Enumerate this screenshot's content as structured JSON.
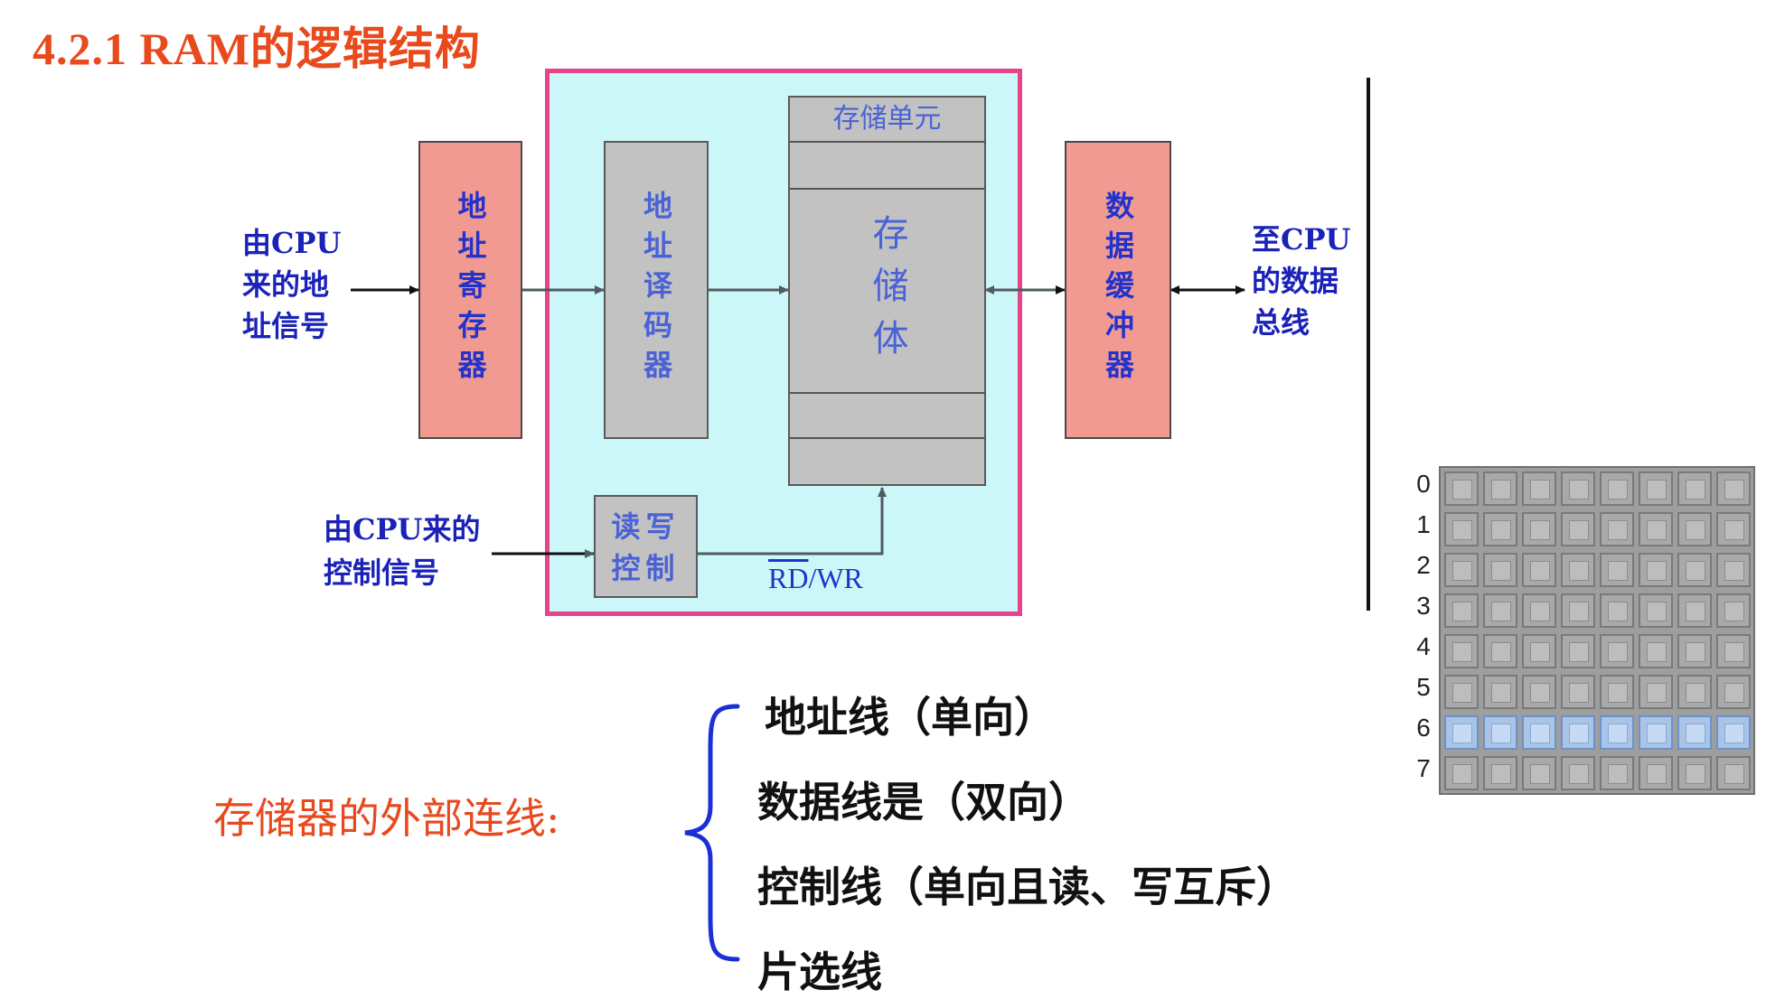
{
  "title": "4.2.1 RAM的逻辑结构",
  "blocks": {
    "address_register": "地址寄存器",
    "address_decoder": "地址译码器",
    "storage_cell": "存储单元",
    "storage_body": "存储体",
    "data_buffer": "数据缓冲器",
    "rw_control": "读写控制"
  },
  "signals": {
    "address_in_line1": "由CPU",
    "address_in_line2": "来的地",
    "address_in_line3": "址信号",
    "data_bus_line1": "至CPU",
    "data_bus_line2": "的数据",
    "data_bus_line3": "总线",
    "control_in_line1": "由CPU来的",
    "control_in_line2": "控制信号",
    "rd_label": "RD",
    "wr_label": "/WR"
  },
  "memory_grid": {
    "rows": [
      "0",
      "1",
      "2",
      "3",
      "4",
      "5",
      "6",
      "7"
    ],
    "selected_row": 6
  },
  "external_lines": {
    "label": "存储器的外部连线:",
    "items": [
      "地址线（单向）",
      "数据线是（双向）",
      "控制线（单向且读、写互斥）",
      "片选线"
    ]
  },
  "colors": {
    "title": "#e8491d",
    "frame_border": "#e6448a",
    "frame_fill": "#ccf7f8",
    "register_fill": "#f19a91",
    "block_fill": "#c2c2c2",
    "selected_row": "#a9c4e6"
  }
}
